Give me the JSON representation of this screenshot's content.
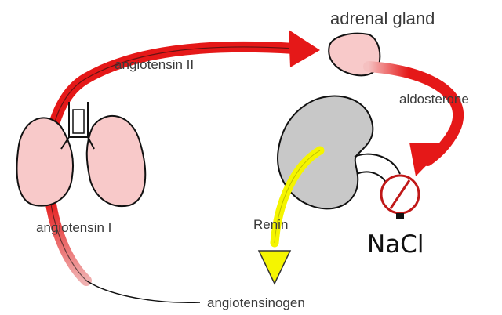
{
  "labels": {
    "adrenal_gland": "adrenal gland",
    "angiotensin_ii": "angiotensin II",
    "aldosterone": "aldosterone",
    "angiotensin_i": "angiotensin I",
    "renin": "Renin",
    "nacl": "NaCl",
    "angiotensinogen": "angiotensinogen"
  },
  "colors": {
    "organ_pink": "#f8c9c9",
    "kidney_gray": "#c8c8c8",
    "arrow_red": "#e51818",
    "arrow_yellow": "#f5f500",
    "prohibit_red": "#c01818",
    "outline": "#111111"
  }
}
